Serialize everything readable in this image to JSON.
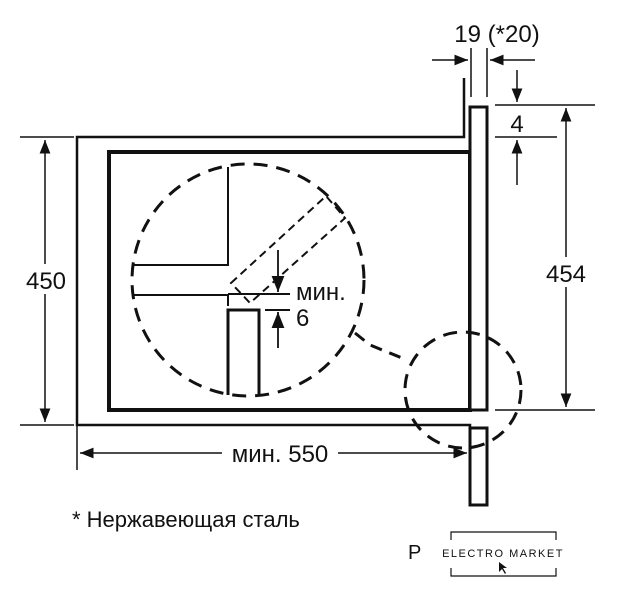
{
  "dimensions": {
    "gap_width": "19 (*20)",
    "top_offset": "4",
    "door_height": "454",
    "cabinet_height": "450",
    "min_label": "мин.",
    "min_gap": "6",
    "min_depth": "мин. 550"
  },
  "footnote": "* Нержавеющая сталь",
  "logo": {
    "letter": "P",
    "brand": "ELECTRO MARKET"
  },
  "colors": {
    "line": "#111111",
    "background": "#ffffff"
  }
}
